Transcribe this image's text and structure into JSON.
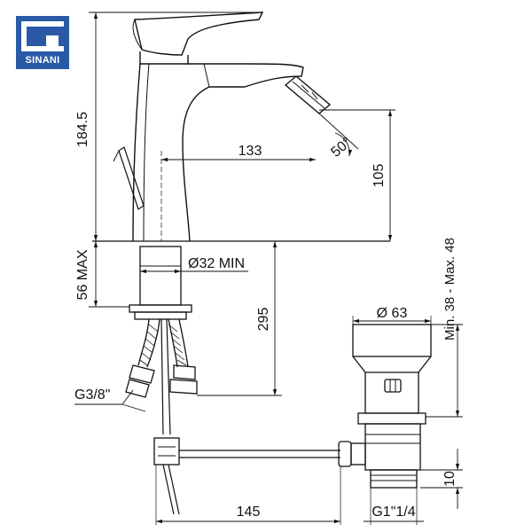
{
  "brand": {
    "name": "SINANI",
    "color": "#2a5aa6"
  },
  "dimensions": {
    "height_total": "184.5",
    "reach": "133",
    "spout_angle": "50°",
    "spout_height": "105",
    "deck_max": "56 MAX",
    "hole_diameter": "Ø32 MIN",
    "hose_length": "295",
    "hose_thread": "G3/8\"",
    "waste_diameter": "Ø 63",
    "deck_range": "Min. 38 - Max. 48",
    "rod_length": "145",
    "waste_thread": "G1\"1/4",
    "tail_length": "10"
  }
}
